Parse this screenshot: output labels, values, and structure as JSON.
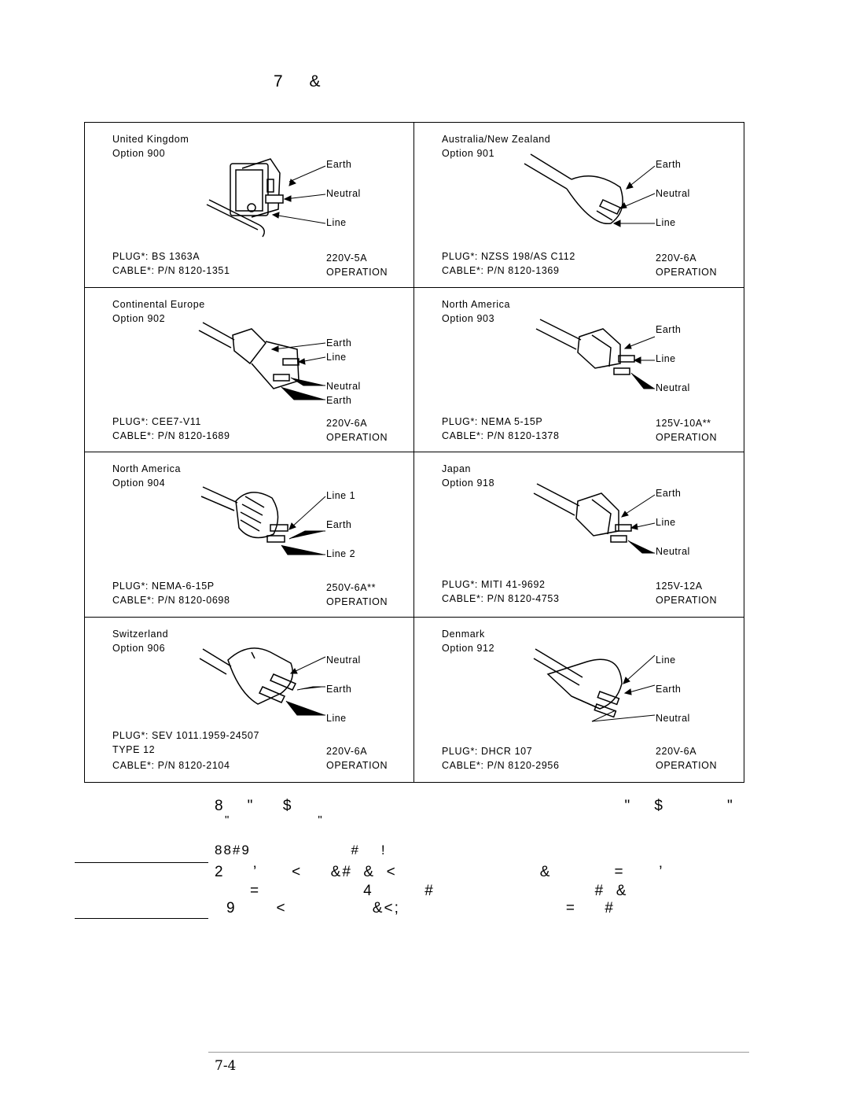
{
  "heading": "7 &",
  "cells": [
    {
      "country": "United Kingdom",
      "option": "Option 900",
      "plug": "PLUG*: BS 1363A",
      "cable": "CABLE*: P/N 8120-1351",
      "rating": "220V-5A",
      "operation": "OPERATION",
      "labels": [
        "Earth",
        "Neutral",
        "Line"
      ]
    },
    {
      "country": "Australia/New Zealand",
      "option": "Option 901",
      "plug": "PLUG*: NZSS 198/AS C112",
      "cable": "CABLE*: P/N 8120-1369",
      "rating": "220V-6A",
      "operation": "OPERATION",
      "labels": [
        "Earth",
        "Neutral",
        "Line"
      ]
    },
    {
      "country": "Continental Europe",
      "option": "Option 902",
      "plug": "PLUG*: CEE7-V11",
      "cable": "CABLE*: P/N 8120-1689",
      "rating": "220V-6A",
      "operation": "OPERATION",
      "labels": [
        "Earth",
        "Line",
        "Neutral",
        "Earth"
      ]
    },
    {
      "country": "North America",
      "option": "Option 903",
      "plug": "PLUG*: NEMA 5-15P",
      "cable": "CABLE*: P/N 8120-1378",
      "rating": "125V-10A**",
      "operation": "OPERATION",
      "labels": [
        "Earth",
        "Line",
        "Neutral"
      ]
    },
    {
      "country": "North America",
      "option": "Option 904",
      "plug": "PLUG*: NEMA-6-15P",
      "cable": "CABLE*: P/N 8120-0698",
      "rating": "250V-6A**",
      "operation": "OPERATION",
      "labels": [
        "Line 1",
        "Earth",
        "Line 2"
      ]
    },
    {
      "country": "Japan",
      "option": "Option 918",
      "plug": "PLUG*: MITI 41-9692",
      "cable": "CABLE*: P/N 8120-4753",
      "rating": "125V-12A",
      "operation": "OPERATION",
      "labels": [
        "Earth",
        "Line",
        "Neutral"
      ]
    },
    {
      "country": "Switzerland",
      "option": "Option 906",
      "plug": "PLUG*: SEV 1011.1959-24507\nTYPE 12",
      "cable": "CABLE*: P/N 8120-2104",
      "rating": "220V-6A",
      "operation": "OPERATION",
      "labels": [
        "Neutral",
        "Earth",
        "Line"
      ]
    },
    {
      "country": "Denmark",
      "option": "Option 912",
      "plug": "PLUG*: DHCR 107",
      "cable": "CABLE*: P/N 8120-2956",
      "rating": "220V-6A",
      "operation": "OPERATION",
      "labels": [
        "Line",
        "Earth",
        "Neutral"
      ]
    }
  ],
  "notes": {
    "line1": "8    \"     $                                                          \"    $           \"",
    "line2": "\"                  \"",
    "line3": "88#9                   #    !",
    "line4": "2     ’      <     &#  &  <                         &           =      ’",
    "line5": "=                  4         #                            #  &",
    "line6": "9       <               &<;                             =     #"
  },
  "page_number": "7-4"
}
